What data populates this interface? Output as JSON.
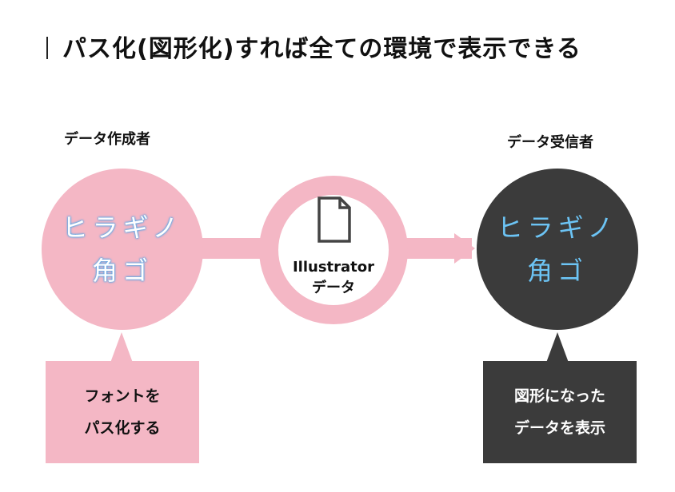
{
  "title": "パス化(図形化)すれば全ての環境で表示できる",
  "creator": {
    "role": "データ作成者",
    "font_line1": "ヒラギノ",
    "font_line2": "角ゴ",
    "note_line1": "フォントを",
    "note_line2": "パス化する"
  },
  "center": {
    "icon": "document-icon",
    "label_line1": "Illustrator",
    "label_line2": "データ"
  },
  "receiver": {
    "role": "データ受信者",
    "font_line1": "ヒラギノ",
    "font_line2": "角ゴ",
    "note_line1": "図形になった",
    "note_line2": "データを表示"
  },
  "colors": {
    "pink": "#f4b7c5",
    "dark": "#3b3b3b",
    "font_blue": "#6cc4f5"
  }
}
